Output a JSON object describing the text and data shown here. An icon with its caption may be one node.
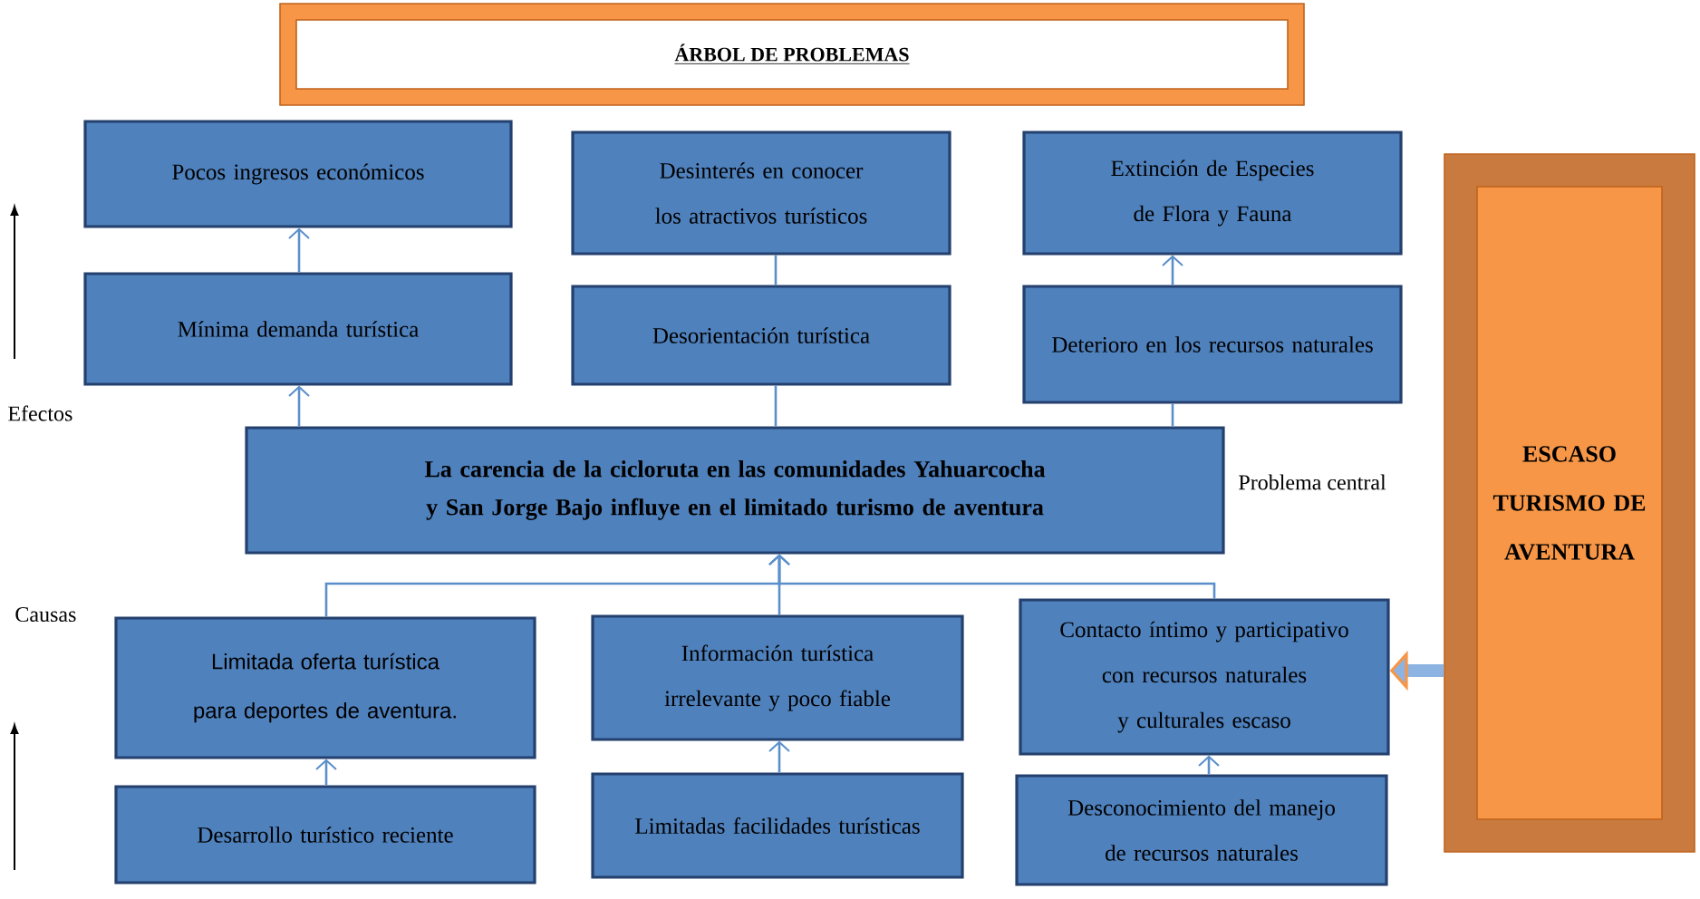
{
  "diagram": {
    "title": "ÁRBOL DE PROBLEMAS",
    "nodes": [
      {
        "text": [
          "Pocos ingresos económicos"
        ]
      },
      {
        "text": [
          "Desinterés en conocer los atractivos turísticos"
        ]
      },
      {
        "text": [
          "Extinción de Especies de Flora y Fauna"
        ]
      },
      {
        "text": [
          "Mínima demanda turística"
        ]
      },
      {
        "text": [
          "Desorientación turística"
        ]
      },
      {
        "text": [
          "Deterioro en los recursos naturales"
        ]
      },
      {
        "text": [
          "La carencia de la cicloruta en las comunidades Yahuarcocha y San Jorge Bajo influye en el limitado turismo de aventura"
        ]
      },
      {
        "text": [
          "Limitada oferta turística para deportes de aventura."
        ]
      },
      {
        "text": [
          "Información turística irrelevante y poco fiable"
        ]
      },
      {
        "text": [
          "Contacto íntimo y participativo con recursos naturales y culturales escaso"
        ]
      },
      {
        "text": [
          "Desarrollo turístico reciente"
        ]
      },
      {
        "text": [
          "Limitadas facilidades turísticas"
        ]
      },
      {
        "text": [
          "Desconocimiento del manejo de recursos naturales"
        ]
      },
      {
        "text": [
          "ESCASO TURISMO DE AVENTURA"
        ]
      }
    ],
    "edges": [
      {
        "from": 3,
        "to": 0,
        "arrow": "to"
      },
      {
        "from": 4,
        "to": 1,
        "arrow": "none"
      },
      {
        "from": 5,
        "to": 2,
        "arrow": "to"
      },
      {
        "from": 6,
        "to": 3,
        "arrow": "to"
      },
      {
        "from": 6,
        "to": 4,
        "arrow": "none"
      },
      {
        "from": 6,
        "to": 5,
        "arrow": "none"
      },
      {
        "from": 7,
        "to": 6,
        "arrow": "to"
      },
      {
        "from": 8,
        "to": 6,
        "arrow": "to"
      },
      {
        "from": 9,
        "to": 6,
        "arrow": "to"
      },
      {
        "from": 10,
        "to": 7,
        "arrow": "to"
      },
      {
        "from": 11,
        "to": 8,
        "arrow": "to"
      },
      {
        "from": 12,
        "to": 9,
        "arrow": "to"
      },
      {
        "from": 13,
        "to": 9,
        "arrow": "to",
        "style": "thick",
        "color": "#8db3e2"
      }
    ],
    "labels": [
      "Efectos",
      "Problema central",
      "Causas"
    ]
  }
}
